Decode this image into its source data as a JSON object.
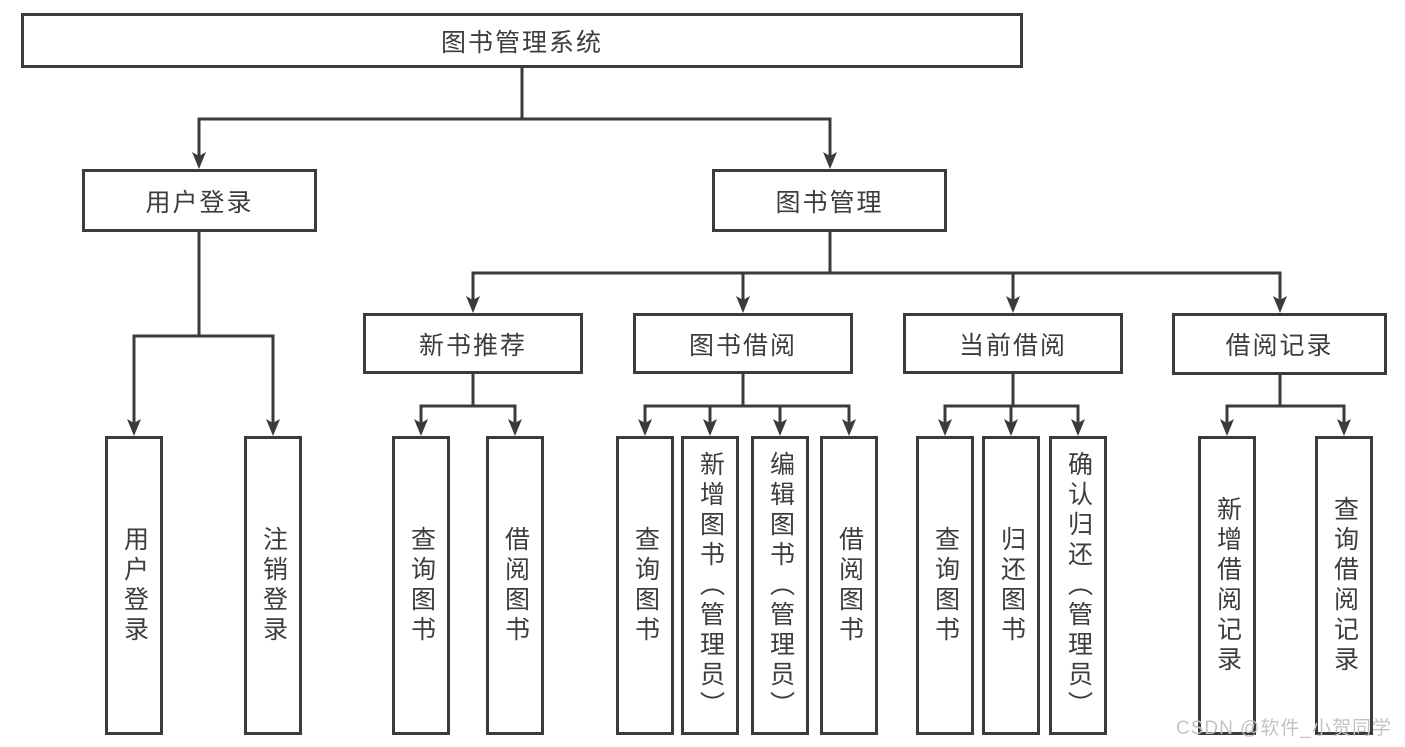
{
  "diagram": {
    "root": "图书管理系统",
    "branches": [
      {
        "label": "用户登录",
        "children": [
          "用户登录",
          "注销登录"
        ]
      },
      {
        "label": "图书管理",
        "groups": [
          {
            "label": "新书推荐",
            "children": [
              "查询图书",
              "借阅图书"
            ]
          },
          {
            "label": "图书借阅",
            "children": [
              "查询图书",
              "新增图书（管理员）",
              "编辑图书（管理员）",
              "借阅图书"
            ]
          },
          {
            "label": "当前借阅",
            "children": [
              "查询图书",
              "归还图书",
              "确认归还（管理员）"
            ]
          },
          {
            "label": "借阅记录",
            "children": [
              "新增借阅记录",
              "查询借阅记录"
            ]
          }
        ]
      }
    ]
  },
  "colors": {
    "box_border": "#3b3b3b",
    "connector_line": "#3b3b3b",
    "text": "#3d3d3d",
    "watermark": "#c7c2c2",
    "background": "#ffffff"
  },
  "watermark": {
    "text": "CSDN @软件_小贺同学"
  }
}
